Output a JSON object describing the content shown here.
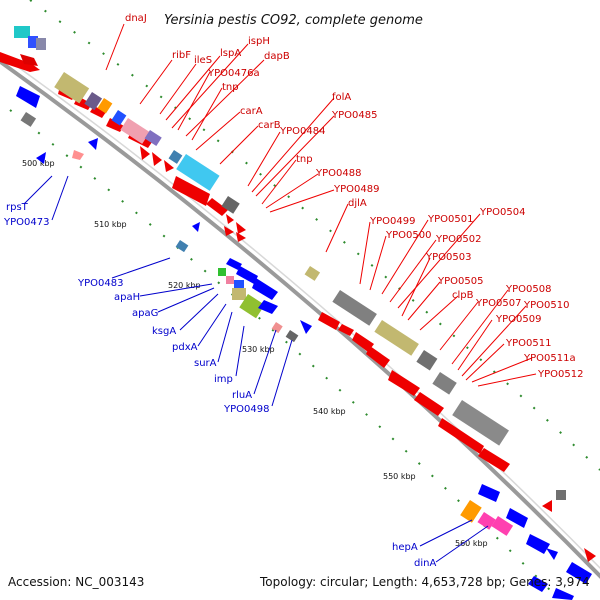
{
  "title": "Yersinia pestis CO92, complete genome",
  "footer": {
    "accession": "Accession: NC_003143",
    "topology": "Topology: circular; Length: 4,653,728 bp; Genes: 3,974"
  },
  "colors": {
    "forward_label": "#cc0000",
    "reverse_label": "#0000cc"
  },
  "ticks": [
    "500 kbp",
    "510 kbp",
    "520 kbp",
    "530 kbp",
    "540 kbp",
    "550 kbp",
    "560 kbp"
  ],
  "forward_genes": [
    "dnaJ",
    "ribF",
    "ileS",
    "lspA",
    "ispH",
    "YPO0476a",
    "dapB",
    "tnp",
    "carA",
    "carB",
    "YPO0484",
    "folA",
    "YPO0485",
    "tnp",
    "YPO0488",
    "YPO0489",
    "djlA",
    "YPO0499",
    "YPO0500",
    "YPO0501",
    "YPO0502",
    "YPO0503",
    "YPO0504",
    "YPO0505",
    "clpB",
    "YPO0507",
    "YPO0508",
    "YPO0509",
    "YPO0510",
    "YPO0511",
    "YPO0511a",
    "YPO0512"
  ],
  "reverse_genes": [
    "rpsT",
    "YPO0473",
    "YPO0483",
    "apaH",
    "apaG",
    "ksgA",
    "pdxA",
    "surA",
    "imp",
    "rluA",
    "YPO0498",
    "hepA",
    "dinA"
  ]
}
